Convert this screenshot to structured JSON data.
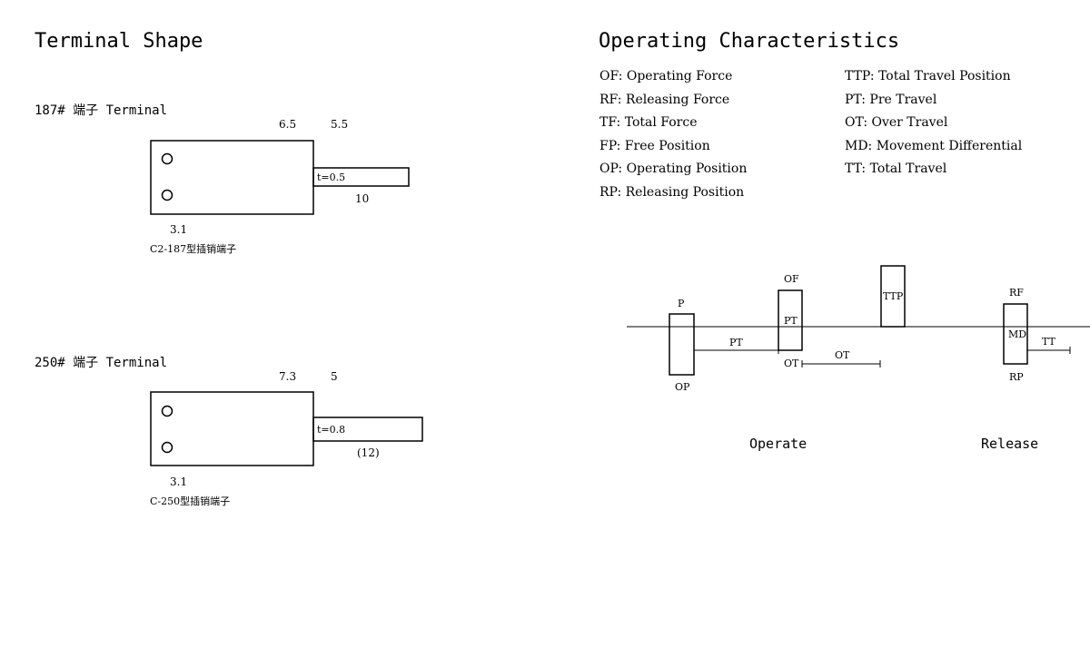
{
  "left": {
    "title": "Terminal Shape",
    "terminal_187": {
      "heading": "187# 端子 Terminal",
      "dim_a": "6.5",
      "dim_b": "5.5",
      "thickness": "t=0.5",
      "blade_len": "10",
      "dim_c": "3.1",
      "caption": "C2-187型插销端子"
    },
    "terminal_250": {
      "heading": "250# 端子 Terminal",
      "dim_a": "7.3",
      "dim_b": "5",
      "thickness": "t=0.8",
      "blade_len": "(12)",
      "dim_c": "3.1",
      "caption": "C-250型插销端子"
    }
  },
  "right": {
    "title": "Operating Characteristics",
    "legend_left": [
      "OF: Operating Force",
      "RF: Releasing Force",
      "TF: Total Force",
      "FP: Free Position",
      "OP: Operating Position",
      "RP: Releasing Position"
    ],
    "legend_right": [
      "TTP: Total Travel Position",
      "PT: Pre Travel",
      "OT: Over Travel",
      "MD: Movement Differential",
      "TT: Total Travel"
    ],
    "diagram": {
      "p": "P",
      "op": "OP",
      "pt_line": "PT",
      "of": "OF",
      "pt_box": "PT",
      "ot_left": "OT",
      "ot_right": "OT",
      "ttp": "TTP",
      "rf": "RF",
      "md": "MD",
      "rp": "RP",
      "tt": "TT",
      "operate": "Operate",
      "release": "Release"
    }
  }
}
